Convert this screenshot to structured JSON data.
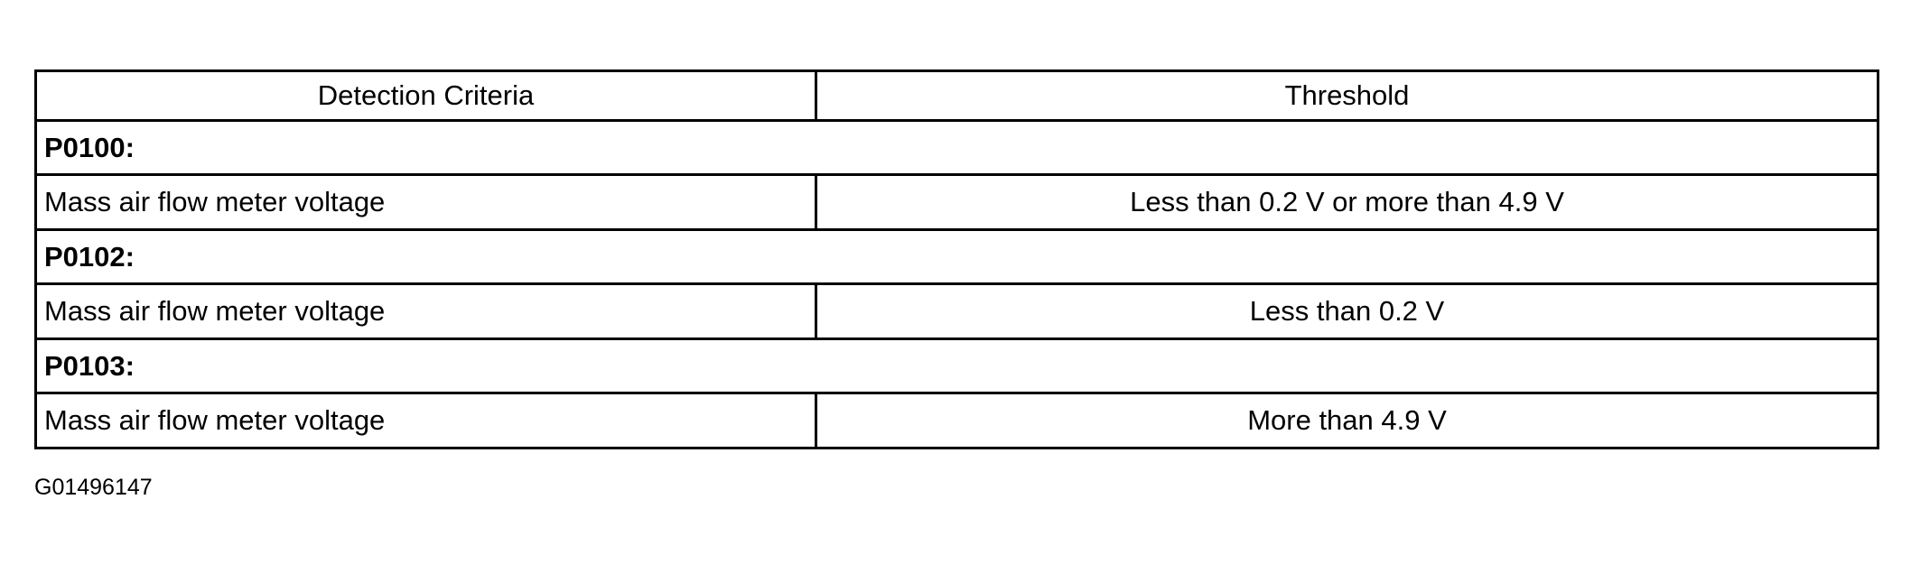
{
  "table": {
    "headers": [
      "Detection Criteria",
      "Threshold"
    ],
    "groups": [
      {
        "code": "P0100:",
        "criteria": "Mass air flow meter voltage",
        "threshold": "Less than 0.2 V or more than 4.9 V"
      },
      {
        "code": "P0102:",
        "criteria": "Mass air flow meter voltage",
        "threshold": "Less than 0.2 V"
      },
      {
        "code": "P0103:",
        "criteria": "Mass air flow meter voltage",
        "threshold": "More than 4.9 V"
      }
    ]
  },
  "figure_id": "G01496147"
}
